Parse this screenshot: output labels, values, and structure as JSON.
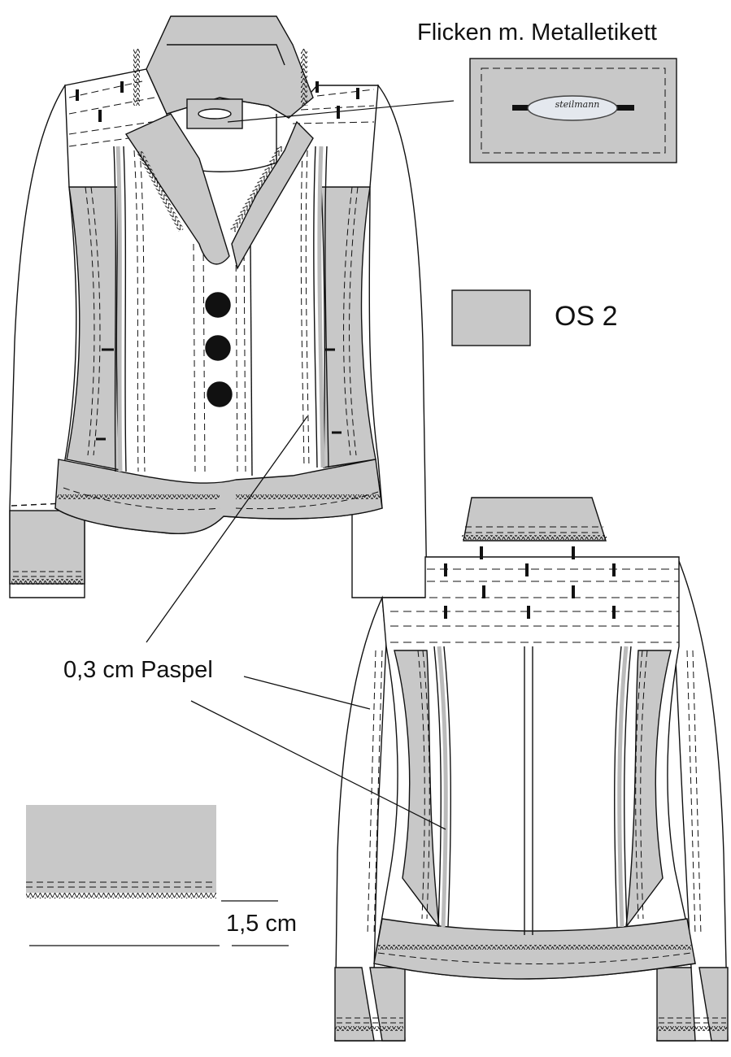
{
  "labels": {
    "patch_label": "Flicken m. Metalletikett",
    "fabric_label": "OS 2",
    "piping_label": "0,3 cm Paspel",
    "dimension_label": "1,5 cm"
  },
  "logo": {
    "brand": "steilmann"
  },
  "colors": {
    "fabric_swatch": "#c8c8c8",
    "outline": "#111111",
    "background": "#ffffff"
  }
}
